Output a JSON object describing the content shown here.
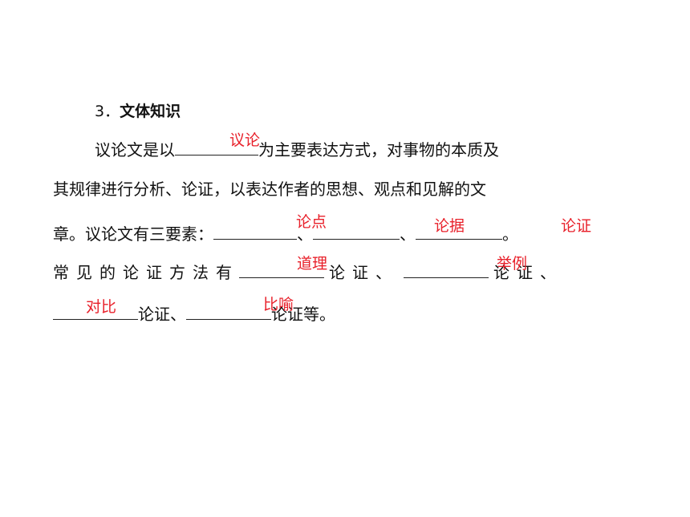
{
  "section": {
    "number": "3．",
    "title": "文体知识"
  },
  "paragraph": {
    "line1_start": "议论文是以",
    "line1_end": "为主要表达方式，对事物的本质及",
    "line2": "其规律进行分析、论证，以表达作者的思想、观点和见解的文",
    "line3_start": "章。议论文有三要素：",
    "line3_sep1": "、",
    "line3_sep2": "、",
    "line3_end": "。",
    "line4_start": "常见的论证方法有",
    "line4_mid": "论证、",
    "line4_end": "论证、",
    "line5_mid": "论证、",
    "line5_end": "论证等。"
  },
  "answers": {
    "expression_mode": "议论",
    "element_1": "论点",
    "element_2": "论据",
    "element_3": "论证",
    "method_1": "道理",
    "method_2": "举例",
    "method_3": "对比",
    "method_4": "比喻"
  },
  "colors": {
    "text": "#111111",
    "answer": "#e8202a"
  }
}
